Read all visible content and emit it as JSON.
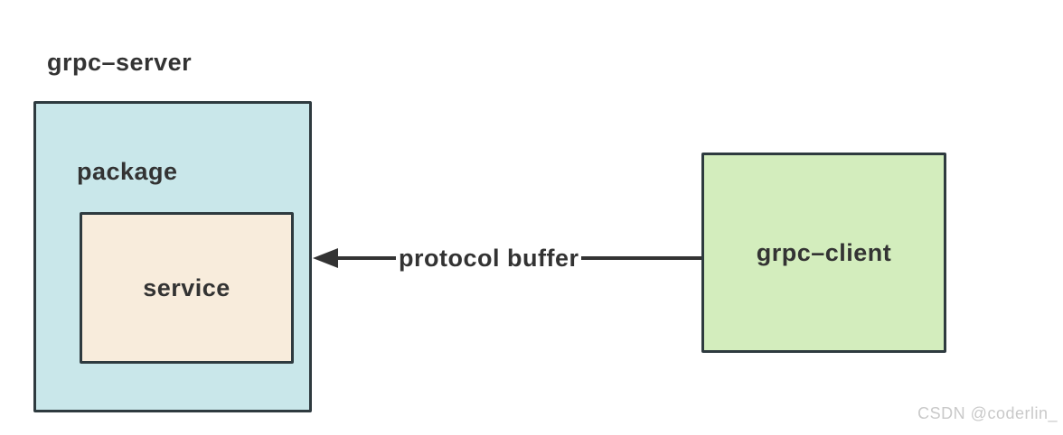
{
  "diagram": {
    "title": "grpc–server",
    "package": {
      "label": "package"
    },
    "service": {
      "label": "service"
    },
    "client": {
      "label": "grpc–client"
    },
    "arrow": {
      "label": "protocol buffer",
      "direction": "from grpc–client to grpc–server"
    },
    "watermark": "CSDN @coderlin_",
    "colors": {
      "package_fill": "#c9e7ea",
      "service_fill": "#f8ecdc",
      "client_fill": "#d3edbd",
      "stroke": "#2e3a3f",
      "text": "#333333",
      "watermark": "#c9c9c9"
    }
  }
}
